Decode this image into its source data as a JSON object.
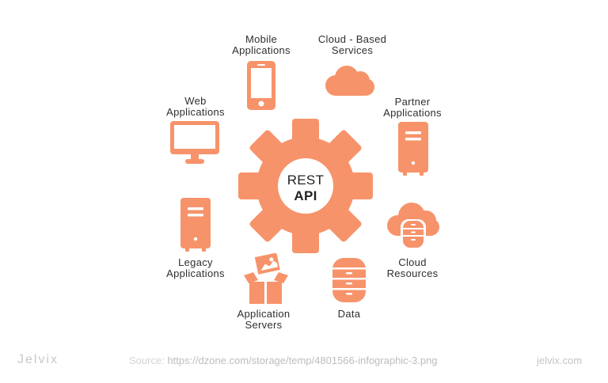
{
  "accent_color": "#F7936A",
  "center": {
    "line1": "REST",
    "line2": "API"
  },
  "nodes": [
    {
      "id": "mobile",
      "line1": "Mobile",
      "line2": "Applications",
      "icon": "smartphone-icon"
    },
    {
      "id": "cloud-based",
      "line1": "Cloud - Based",
      "line2": "Services",
      "icon": "cloud-icon"
    },
    {
      "id": "partner",
      "line1": "Partner",
      "line2": "Applications",
      "icon": "server-tower-icon"
    },
    {
      "id": "cloud-resources",
      "line1": "Cloud",
      "line2": "Resources",
      "icon": "cloud-database-icon"
    },
    {
      "id": "data",
      "line1": "Data",
      "line2": "",
      "icon": "database-icon"
    },
    {
      "id": "app-servers",
      "line1": "Application",
      "line2": "Servers",
      "icon": "open-box-icon"
    },
    {
      "id": "legacy",
      "line1": "Legacy",
      "line2": "Applications",
      "icon": "server-tower-icon"
    },
    {
      "id": "web",
      "line1": "Web",
      "line2": "Applications",
      "icon": "monitor-icon"
    }
  ],
  "footer": {
    "brand": "Jelvix",
    "source_prefix": "Source:",
    "source_url": "https://dzone.com/storage/temp/4801566-infographic-3.png",
    "site": "jelvix.com"
  }
}
